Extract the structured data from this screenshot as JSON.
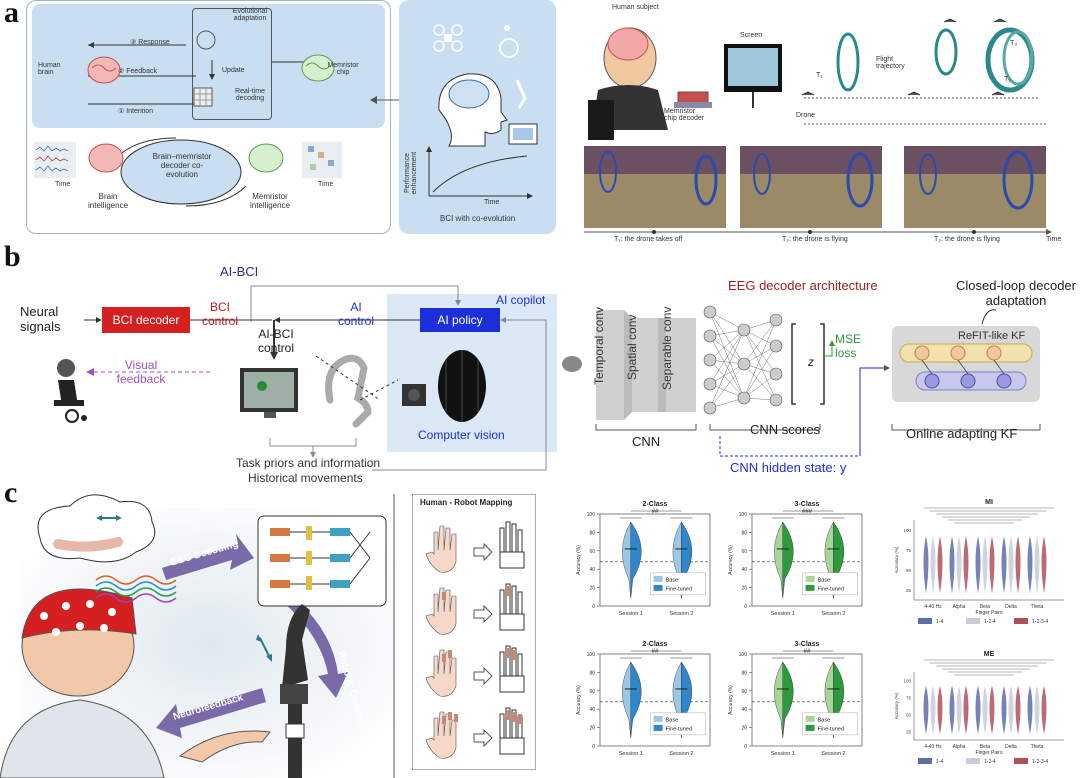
{
  "panels": {
    "a": "a",
    "b": "b",
    "c": "c"
  },
  "panel_a": {
    "loop": {
      "response": "③ Response",
      "feedback": "② Feedback",
      "intention": "① Intention",
      "evolutional": "Evolutional adaptation",
      "update": "Update",
      "realtime": "Real-time decoding",
      "human_brain": "Human brain",
      "memristor_chip": "Memristor chip"
    },
    "coevolution": {
      "center": "Brain–memristor decoder co-evolution",
      "time_left": "Time",
      "time_right": "Time",
      "brain_intel": "Brain intelligence",
      "memristor_intel": "Memristor intelligence"
    },
    "bci_box": {
      "ylabel": "Performance enhancement",
      "xlabel": "Time",
      "caption": "BCI with co-evolution"
    },
    "drone": {
      "human_subject": "Human subject",
      "screen": "Screen",
      "flight_trajectory": "Flight trajectory",
      "drone": "Drone",
      "memristor_decoder": "Memristor chip decoder",
      "t1": "T₁",
      "t2": "T₂",
      "t3": "T₃",
      "cap1": "T₁: the drone takes off",
      "cap2": "T₂: the drone is flying",
      "cap3": "T₃: the drone is flying",
      "time": "Time"
    }
  },
  "panel_b": {
    "ai_bci": "AI-BCI",
    "neural_signals": "Neural signals",
    "bci_decoder": "BCI decoder",
    "bci_control": "BCI control",
    "ai_control": "AI control",
    "ai_bci_control": "AI-BCI control",
    "ai_policy": "AI policy",
    "ai_copilot": "AI copilot",
    "visual_feedback": "Visual feedback",
    "computer_vision": "Computer vision",
    "task_priors": "Task priors and information",
    "historical": "Historical movements",
    "eeg_title": "EEG decoder architecture",
    "temporal": "Temporal conv",
    "spatial": "Spatial conv",
    "separable": "Separable conv",
    "cnn": "CNN",
    "cnn_scores": "CNN scores",
    "zt": "z",
    "mse": "MSE loss",
    "hidden": "CNN hidden state: y",
    "closed_loop": "Closed-loop decoder adaptation",
    "refit": "ReFIT-like KF",
    "online": "Online adapting KF"
  },
  "panel_c": {
    "eeg_decoding": "EEG Decoding",
    "robotic_control": "Robotic Control",
    "neurofeedback": "Neurofeedback",
    "mapping_title": "Human - Robot Mapping"
  },
  "chart_data": [
    {
      "type": "violin",
      "title": "2-Class",
      "sig": "##",
      "ylabel": "Accuracy (%)",
      "categories": [
        "Session 1",
        "Session 2"
      ],
      "series": [
        {
          "name": "Base"
        },
        {
          "name": "Fine-tuned"
        }
      ],
      "ylim": [
        0,
        100
      ],
      "yticks": [
        0,
        20,
        40,
        60,
        80,
        100
      ]
    },
    {
      "type": "violin",
      "title": "3-Class",
      "sig": "###",
      "ylabel": "Accuracy (%)",
      "categories": [
        "Session 1",
        "Session 2"
      ],
      "series": [
        {
          "name": "Base"
        },
        {
          "name": "Fine-tuned"
        }
      ],
      "ylim": [
        0,
        100
      ],
      "yticks": [
        0,
        20,
        40,
        60,
        80,
        100
      ]
    },
    {
      "type": "violin",
      "title": "2-Class",
      "sig": "##",
      "ylabel": "Accuracy (%)",
      "categories": [
        "Session 1",
        "Session 2"
      ],
      "series": [
        {
          "name": "Base"
        },
        {
          "name": "Fine-tuned"
        }
      ],
      "ylim": [
        0,
        100
      ],
      "yticks": [
        0,
        20,
        40,
        60,
        80,
        100
      ]
    },
    {
      "type": "violin",
      "title": "3-Class",
      "sig": "##",
      "ylabel": "Accuracy (%)",
      "categories": [
        "Session 1",
        "Session 2"
      ],
      "series": [
        {
          "name": "Base"
        },
        {
          "name": "Fine-tuned"
        }
      ],
      "ylim": [
        0,
        100
      ],
      "yticks": [
        0,
        20,
        40,
        60,
        80,
        100
      ]
    },
    {
      "type": "violin",
      "title": "MI",
      "ylabel": "Accuracy (%)",
      "categories": [
        "4-40 Hz",
        "Alpha",
        "Beta",
        "Delta",
        "Theta"
      ],
      "legend_title": "Finger Pairs",
      "series": [
        {
          "name": "1-4"
        },
        {
          "name": "1-2-4"
        },
        {
          "name": "1-2-3-4"
        }
      ],
      "yticks": [
        25,
        50,
        75,
        100
      ]
    },
    {
      "type": "violin",
      "title": "ME",
      "ylabel": "Accuracy (%)",
      "categories": [
        "4-40 Hz",
        "Alpha",
        "Beta",
        "Delta",
        "Theta"
      ],
      "legend_title": "Finger Pairs",
      "series": [
        {
          "name": "1-4"
        },
        {
          "name": "1-2-4"
        },
        {
          "name": "1-2-3-4"
        }
      ],
      "yticks": [
        25,
        50,
        75,
        100
      ]
    }
  ],
  "colors": {
    "light_blue": "#c9def0",
    "panel_blue": "#dbe9f6",
    "red": "#d42020",
    "blue": "#1d2fd8",
    "violin_blue": "#2f86c8",
    "violin_blue_light": "#9cc8e6",
    "violin_green": "#2e9a3e",
    "violin_green_light": "#a8d59a",
    "purple": "#6a4d9c",
    "mi_blue": "#5e6fa8",
    "mi_red": "#b0505a"
  }
}
